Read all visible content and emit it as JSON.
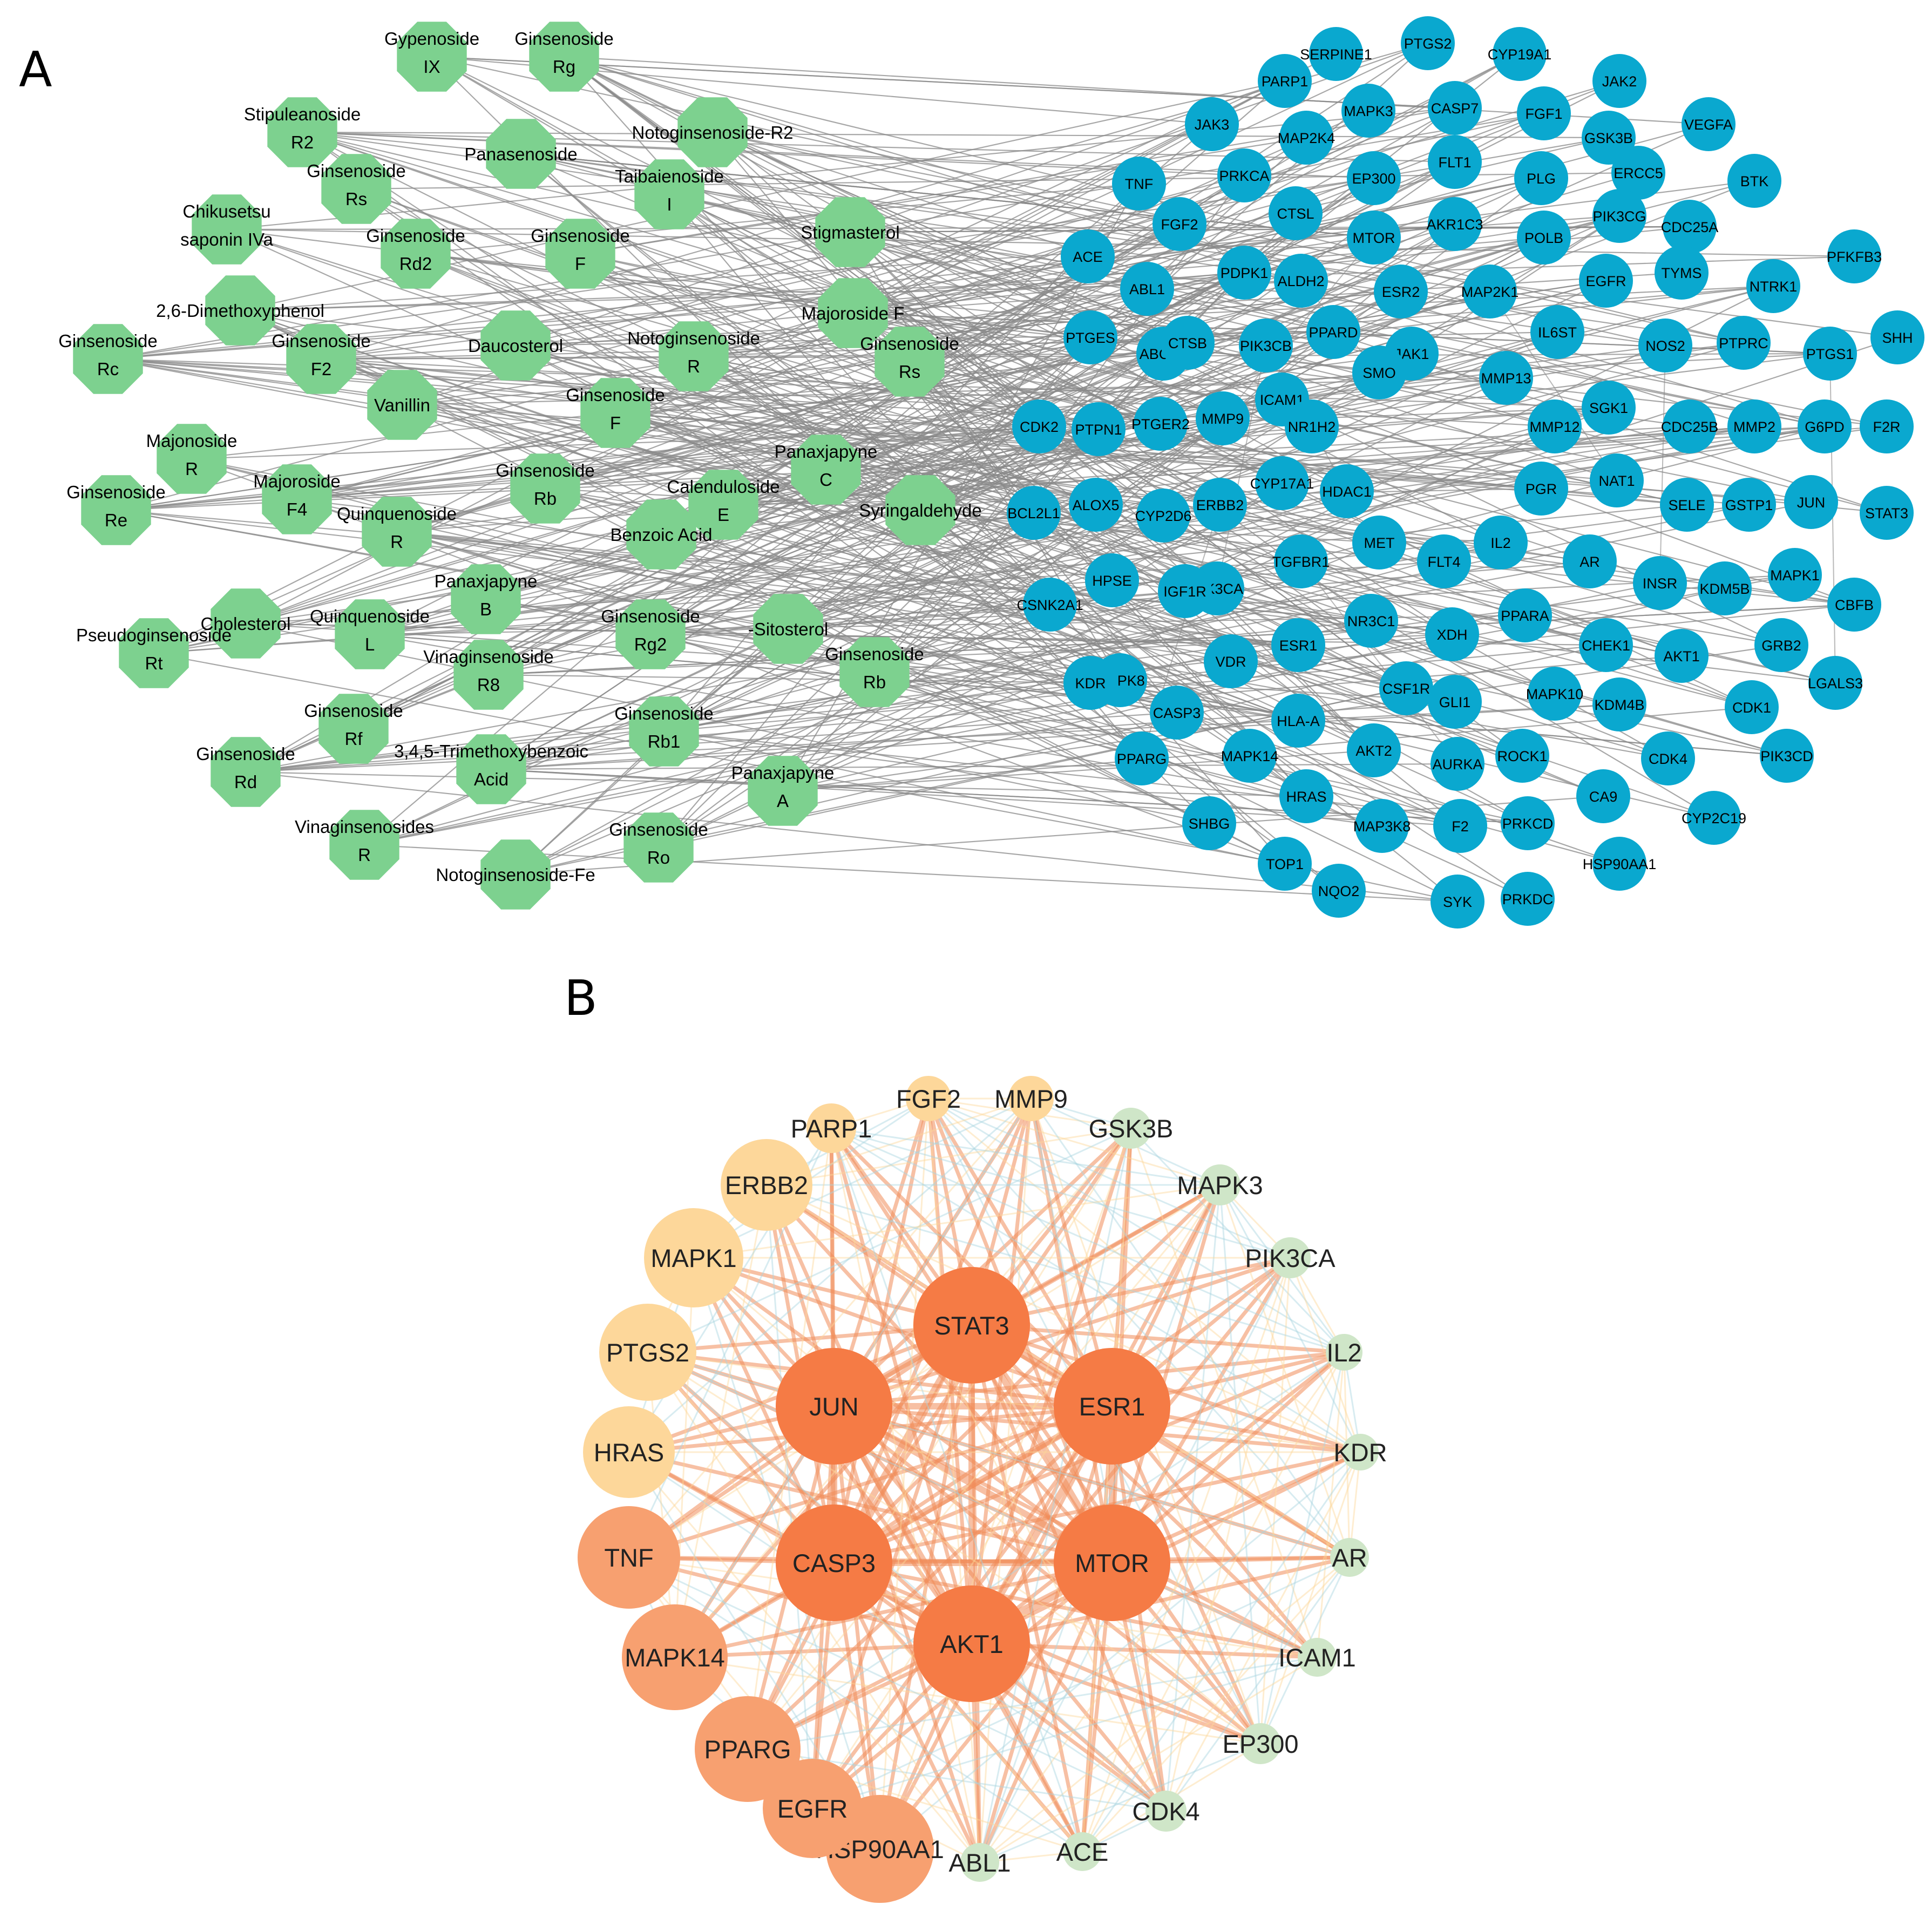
{
  "panel_a": {
    "label": "A",
    "compounds": [
      [
        "Gypenoside",
        "IX"
      ],
      [
        "Ginsenoside",
        "Rg"
      ],
      [
        "Stipuleanoside",
        "R2"
      ],
      [
        "Notoginsenoside-R2"
      ],
      [
        "Panasenoside"
      ],
      [
        "Ginsenoside",
        "Rs"
      ],
      [
        "Taibaienoside",
        "I"
      ],
      [
        "Chikusetsu",
        "saponin IVa"
      ],
      [
        "Stigmasterol"
      ],
      [
        "Ginsenoside",
        "Rd2"
      ],
      [
        "Ginsenoside",
        "F"
      ],
      [
        "2,6-Dimethoxyphenol"
      ],
      [
        "Majoroside F"
      ],
      [
        "Ginsenoside",
        "Rc"
      ],
      [
        "Ginsenoside",
        "F2"
      ],
      [
        "Daucosterol"
      ],
      [
        "Notoginsenoside",
        "R"
      ],
      [
        "Ginsenoside",
        "Rs"
      ],
      [
        "Vanillin"
      ],
      [
        "Ginsenoside",
        "F"
      ],
      [
        "Majonoside",
        "R"
      ],
      [
        "Panaxjapyne",
        "C"
      ],
      [
        "Ginsenoside",
        "Re"
      ],
      [
        "Majoroside",
        "F4"
      ],
      [
        "Ginsenoside",
        "Rb"
      ],
      [
        "Calenduloside",
        "E"
      ],
      [
        "Syringaldehyde"
      ],
      [
        "Quinquenoside",
        "R"
      ],
      [
        "Benzoic Acid"
      ],
      [
        "Cholesterol"
      ],
      [
        "Panaxjapyne",
        "B"
      ],
      [
        "Pseudoginsenoside",
        "Rt"
      ],
      [
        "Quinquenoside",
        "L"
      ],
      [
        "Ginsenoside",
        "Rg2"
      ],
      [
        "-Sitosterol"
      ],
      [
        "Ginsenoside",
        "Rb"
      ],
      [
        "Vinaginsenoside",
        "R8"
      ],
      [
        "Ginsenoside",
        "Rf"
      ],
      [
        "Ginsenoside",
        "Rb1"
      ],
      [
        "Ginsenoside",
        "Rd"
      ],
      [
        "3,4,5-Trimethoxybenzoic",
        "Acid"
      ],
      [
        "Panaxjapyne",
        "A"
      ],
      [
        "Vinaginsenosides",
        "R"
      ],
      [
        "Ginsenoside",
        "Ro"
      ],
      [
        "Notoginsenoside-Fe"
      ]
    ],
    "targets": [
      "SERPINE1",
      "PTGS2",
      "CYP19A1",
      "PARP1",
      "JAK2",
      "MAPK3",
      "CASP7",
      "FGF1",
      "JAK3",
      "MAP2K4",
      "GSK3B",
      "VEGFA",
      "TNF",
      "PRKCA",
      "EP300",
      "FLT1",
      "PLG",
      "ERCC5",
      "BTK",
      "FGF2",
      "CTSL",
      "MTOR",
      "AKR1C3",
      "POLB",
      "PIK3CG",
      "CDC25A",
      "ACE",
      "ABL1",
      "PDPK1",
      "ALDH2",
      "ESR2",
      "MAP2K1",
      "EGFR",
      "TYMS",
      "PFKFB3",
      "NTRK1",
      "PTGES",
      "ABCB1",
      "CTSB",
      "PIK3CB",
      "PPARD",
      "JAK1",
      "IL6ST",
      "NOS2",
      "PTPRC",
      "PTGS1",
      "SHH",
      "SMO",
      "MMP13",
      "ICAM1",
      "SGK1",
      "CDK2",
      "PTPN1",
      "PTGER2",
      "MMP9",
      "NR1H2",
      "MMP12",
      "CDC25B",
      "MMP2",
      "G6PD",
      "F2R",
      "CYP17A1",
      "NAT1",
      "BCL2L1",
      "ALOX5",
      "CYP2D6",
      "ERBB2",
      "HDAC1",
      "PGR",
      "SELE",
      "GSTP1",
      "JUN",
      "STAT3",
      "MET",
      "IL2",
      "FLT4",
      "AR",
      "TGFBR1",
      "HPSE",
      "PIK3CA",
      "INSR",
      "KDM5B",
      "MAPK1",
      "CBFB",
      "CSNK2A1",
      "IGF1R",
      "XDH",
      "NR3C1",
      "PPARA",
      "ESR1",
      "CHEK1",
      "AKT1",
      "GRB2",
      "MAPK8",
      "VDR",
      "CSF1R",
      "GLI1",
      "MAPK10",
      "KDR",
      "LGALS3",
      "KDM4B",
      "CDK1",
      "CASP3",
      "HLA-A",
      "ROCK1",
      "CDK4",
      "PIK3CD",
      "AKT2",
      "PPARG",
      "MAPK14",
      "AURKA",
      "CA9",
      "CYP2C19",
      "HRAS",
      "SHBG",
      "MAP3K8",
      "PRKCD",
      "F2",
      "HSP90AA1",
      "TOP1",
      "NQO2",
      "PRKDC",
      "SYK"
    ]
  },
  "panel_b": {
    "label": "B",
    "hubs": [
      "STAT3",
      "JUN",
      "ESR1",
      "CASP3",
      "MTOR",
      "AKT1"
    ],
    "ring": [
      "FGF2",
      "MMP9",
      "GSK3B",
      "MAPK3",
      "PIK3CA",
      "IL2",
      "KDR",
      "AR",
      "ICAM1",
      "EP300",
      "CDK4",
      "ACE",
      "ABL1",
      "HSP90AA1",
      "EGFR",
      "PPARG",
      "MAPK14",
      "TNF",
      "HRAS",
      "PTGS2",
      "MAPK1",
      "ERBB2",
      "PARP1"
    ]
  },
  "colors": {
    "compound": "#7dd18f",
    "target": "#0aa8cf",
    "edge_a": "#8a8a8a",
    "hub": "#f57b45",
    "ring_hot": "#f7a070",
    "ring_mid": "#fdd79a",
    "ring_cool": "#cfe6c8",
    "edge_b_hot": "#f08c5a",
    "edge_b_cool": "#a9d4e0"
  }
}
